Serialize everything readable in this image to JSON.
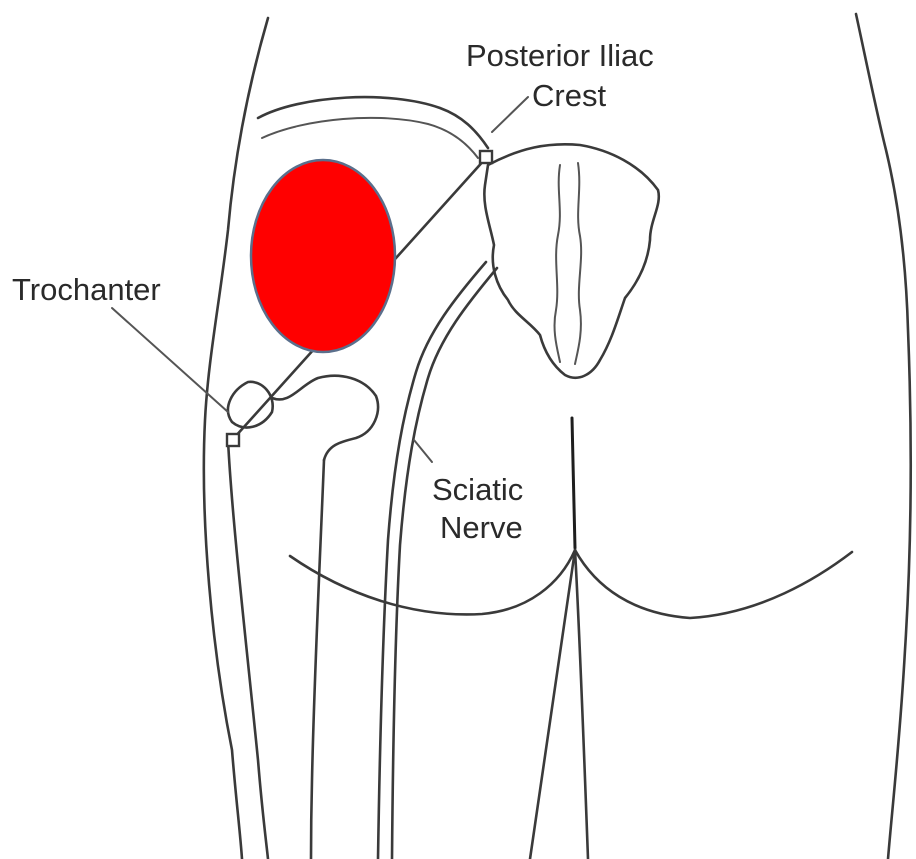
{
  "labels": {
    "posterior_iliac_line1": "Posterior Iliac",
    "posterior_iliac_line2": "Crest",
    "trochanter": "Trochanter",
    "sciatic_line1": "Sciatic",
    "sciatic_line2": "Nerve"
  },
  "colors": {
    "highlight": "#ff0000",
    "highlight_outline": "#5a6f8c",
    "line": "#3a3a3a"
  }
}
